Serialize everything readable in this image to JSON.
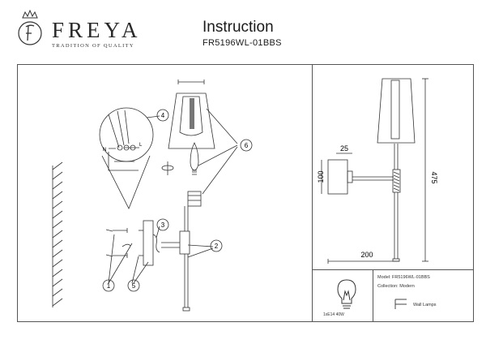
{
  "header": {
    "brand": "FREYA",
    "tagline": "TRADITION OF QUALITY",
    "title": "Instruction",
    "model": "FR5196WL-01BBS"
  },
  "dimensions": {
    "width": "200",
    "height": "475",
    "base_height": "100",
    "base_depth": "25"
  },
  "callouts": [
    "1",
    "2",
    "3",
    "4",
    "5",
    "6"
  ],
  "wiring_labels": {
    "line": "L",
    "neutral": "N"
  },
  "spec": {
    "model_label": "Model:",
    "model_value": "FR5196WL-01BBS",
    "collection_label": "Collection:",
    "collection_value": "Modern",
    "type_value": "Wall Lamps",
    "bulb": "1xE14 40W"
  },
  "colors": {
    "line": "#333333",
    "frame": "#555555"
  }
}
